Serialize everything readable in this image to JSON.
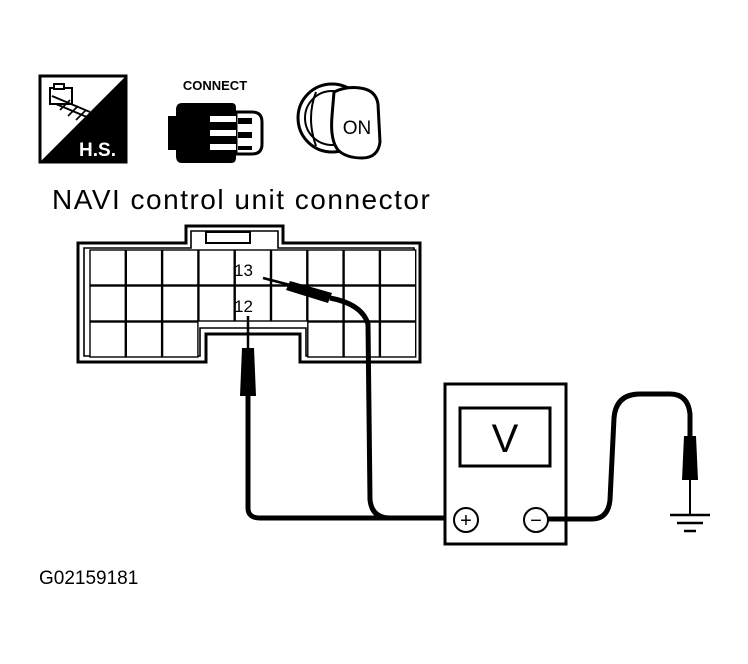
{
  "icons": {
    "hs_label": "H.S.",
    "connect_label": "CONNECT",
    "ignition_label": "ON"
  },
  "connector": {
    "title": "NAVI control unit connector",
    "pin_top": "13",
    "pin_bottom": "12"
  },
  "meter": {
    "symbol": "V",
    "positive": "+",
    "negative": "−"
  },
  "figure_code": "G02159181"
}
